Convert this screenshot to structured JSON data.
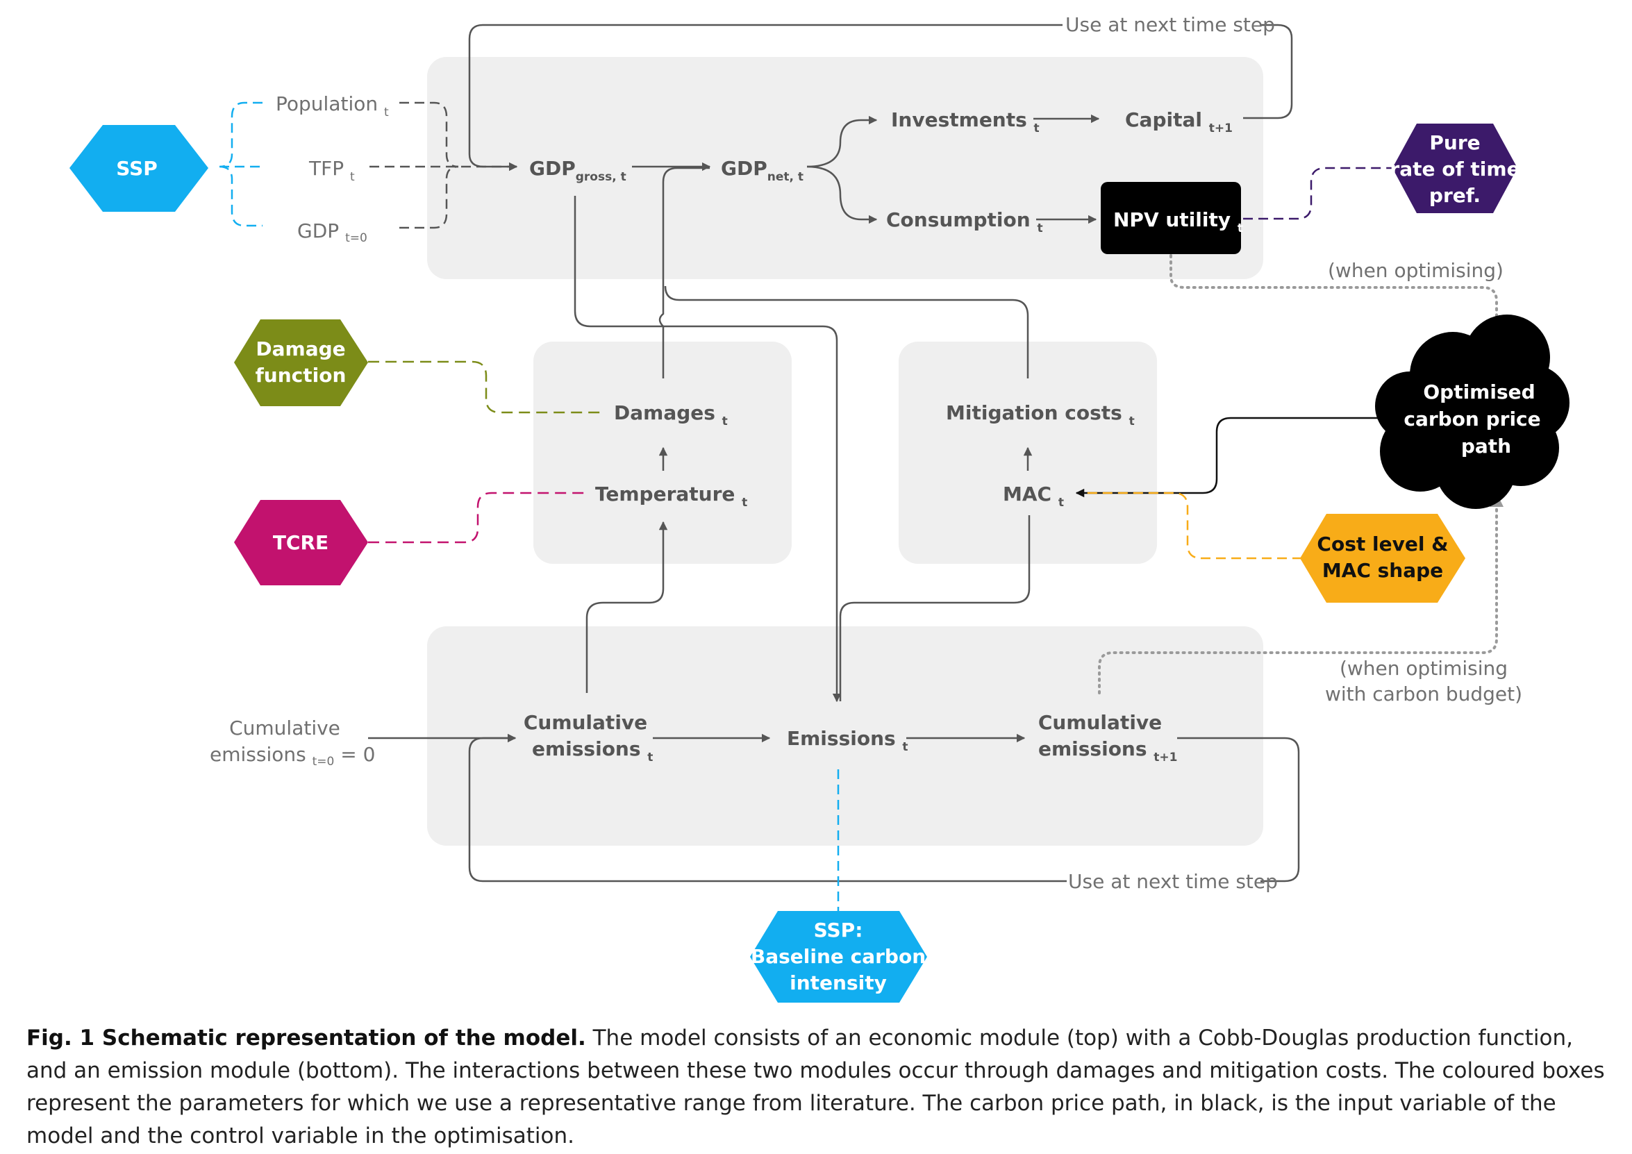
{
  "colors": {
    "module_bg": "#efefef",
    "arrow": "#555555",
    "ssp": "#12aef0",
    "damage": "#7c8c18",
    "tcre": "#c2126e",
    "pure_rate": "#3c1a6a",
    "cost_mac": "#f8ac18",
    "cloud": "#000000",
    "npv_box": "#000000"
  },
  "parameters": {
    "ssp": "SSP",
    "pure_rate": [
      "Pure",
      "rate of time",
      "pref."
    ],
    "damage": [
      "Damage",
      "function"
    ],
    "tcre": "TCRE",
    "cost_mac": [
      "Cost level &",
      "MAC shape"
    ],
    "ssp_baseline": [
      "SSP:",
      "Baseline carbon",
      "intensity"
    ]
  },
  "economic_module": {
    "population": "Population",
    "population_sub": "t",
    "tfp": "TFP",
    "tfp_sub": "t",
    "gdp0": "GDP",
    "gdp0_sub": "t=0",
    "gdp_gross": "GDP",
    "gdp_gross_sub": "gross, t",
    "gdp_net": "GDP",
    "gdp_net_sub": "net, t",
    "investments": "Investments",
    "investments_sub": "t",
    "capital": "Capital",
    "capital_sub": "t+1",
    "consumption": "Consumption",
    "consumption_sub": "t",
    "npv_utility": "NPV utility",
    "npv_utility_sub": "t"
  },
  "interaction": {
    "damages": "Damages",
    "damages_sub": "t",
    "temperature": "Temperature",
    "temperature_sub": "t",
    "mitigation_costs": "Mitigation costs",
    "mitigation_costs_sub": "t",
    "mac": "MAC",
    "mac_sub": "t"
  },
  "emission_module": {
    "cum_init_line1": "Cumulative",
    "cum_init_line2": "emissions",
    "cum_init_sub": "t=0",
    "cum_init_value": "= 0",
    "cum_line1": "Cumulative",
    "cum_line2": "emissions",
    "cum_sub": "t",
    "emissions": "Emissions",
    "emissions_sub": "t",
    "cum_next_line1": "Cumulative",
    "cum_next_line2": "emissions",
    "cum_next_sub": "t+1"
  },
  "control": {
    "cloud": [
      "Optimised",
      "carbon price",
      "path"
    ],
    "when_optimising": "(when optimising)",
    "when_optimising_budget": [
      "(when optimising",
      "with carbon budget)"
    ]
  },
  "loops": {
    "top": "Use at next time step",
    "bottom": "Use at next time step"
  },
  "caption": {
    "bold": "Fig. 1 Schematic representation of the model.",
    "text": "The model consists of an economic module (top) with a Cobb-Douglas production function, and an emission module (bottom). The interactions between these two modules occur through damages and mitigation costs. The coloured boxes represent the parameters for which we use a representative range from literature. The carbon price path, in black, is the input variable of the model and the control variable in the optimisation."
  }
}
